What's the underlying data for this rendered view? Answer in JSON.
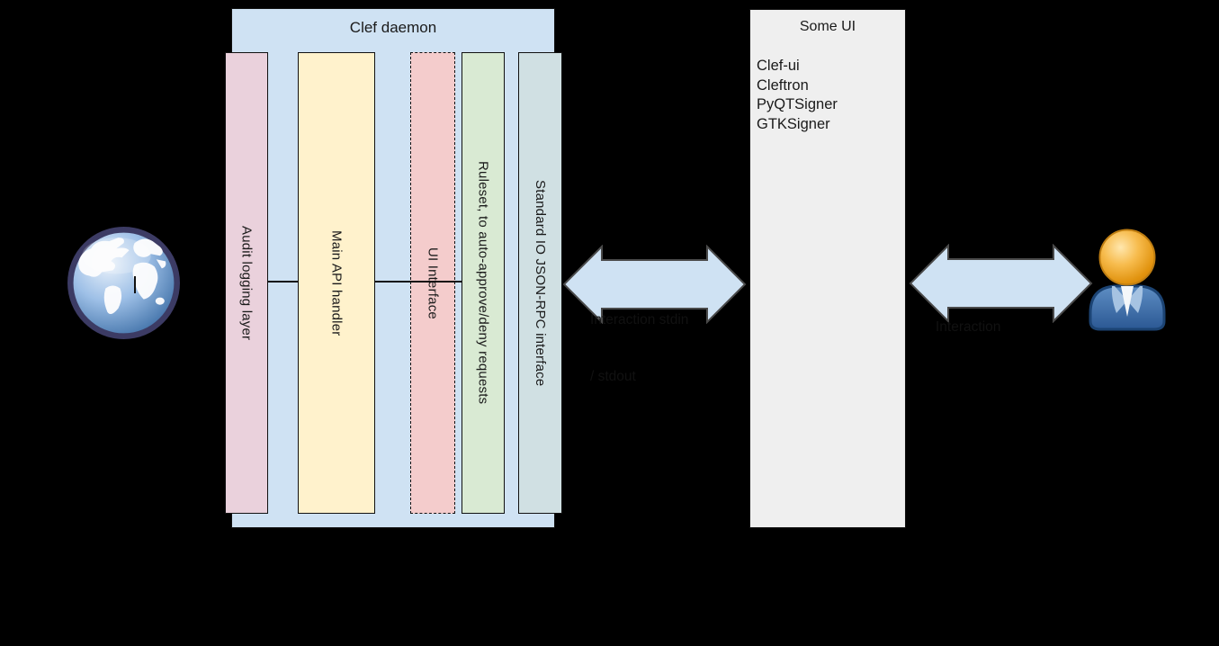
{
  "palette": {
    "background": "#000000",
    "container_fill": "#cfe2f3",
    "audit_fill": "#ead1dc",
    "api_fill": "#fff2cc",
    "ui_fill": "#f4cccc",
    "ruleset_fill": "#d9ead3",
    "stdio_fill": "#d0e0e3",
    "some_ui_fill": "#efefef",
    "arrow_fill": "#cfe2f3",
    "arrow_border": "#4a4a4a",
    "line_color": "#111111"
  },
  "clef_daemon": {
    "title": "Clef daemon",
    "bars": [
      {
        "label": "Audit logging layer"
      },
      {
        "label": "Main API handler"
      },
      {
        "label": "UI Interface"
      },
      {
        "label": "Ruleset, to auto-approve/deny requests"
      },
      {
        "label": "Standard IO JSON-RPC interface"
      }
    ]
  },
  "some_ui": {
    "title": "Some UI",
    "items": [
      "Clef-ui",
      "Cleftron",
      "PyQTSigner",
      "GTKSigner"
    ]
  },
  "arrow_stdio": {
    "line1": "Interaction stdin",
    "line2": "/ stdout"
  },
  "arrow_user": {
    "line1": "Interaction"
  },
  "icons": {
    "left": "globe-icon",
    "right": "user-icon"
  }
}
